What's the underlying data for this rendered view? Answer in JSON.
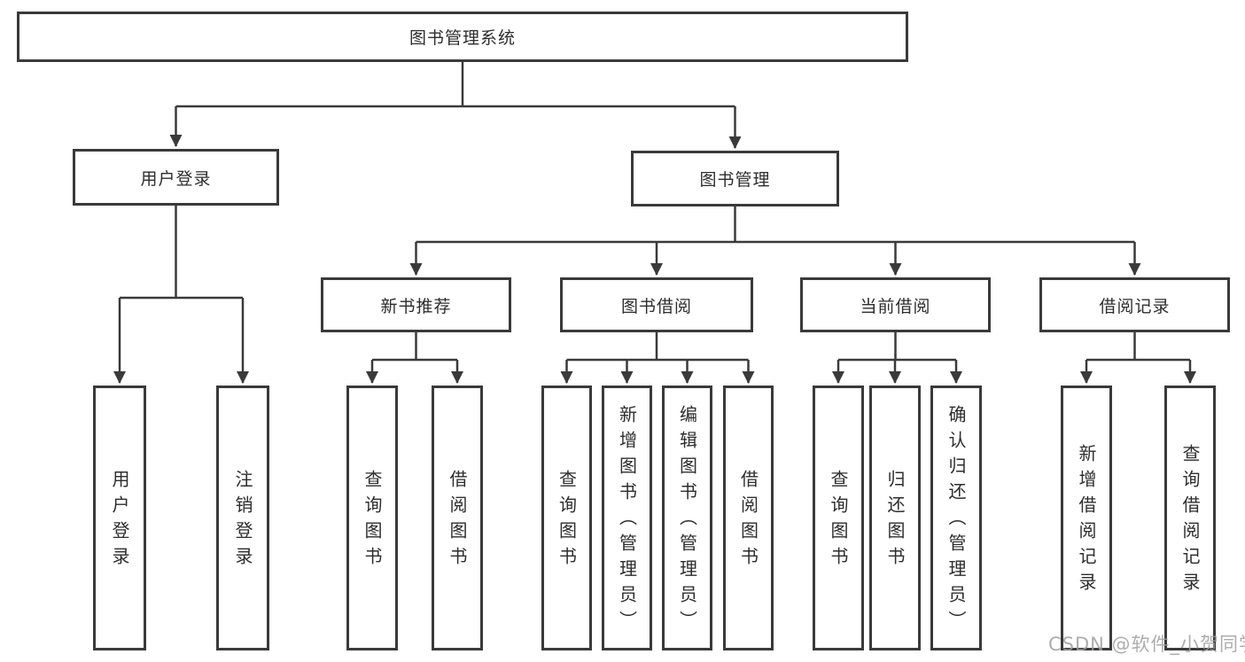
{
  "diagram_title": "图书管理系统",
  "colors": {
    "line": "#3a3a3a",
    "box_border": "#3a3a3a",
    "text": "#2d2d2d",
    "watermark": "#9e9e9e",
    "background": "#ffffff"
  },
  "nodes": {
    "root": {
      "label": "图书管理系统"
    },
    "level2": [
      {
        "label": "用户登录"
      },
      {
        "label": "图书管理"
      }
    ],
    "level3": [
      {
        "label": "新书推荐"
      },
      {
        "label": "图书借阅"
      },
      {
        "label": "当前借阅"
      },
      {
        "label": "借阅记录"
      }
    ],
    "leaves": {
      "user_login": [
        {
          "label": "用户登录"
        },
        {
          "label": "注销登录"
        }
      ],
      "new_books": [
        {
          "label": "查询图书"
        },
        {
          "label": "借阅图书"
        }
      ],
      "book_borrow": [
        {
          "label": "查询图书"
        },
        {
          "label": "新增图书（管理员）"
        },
        {
          "label": "编辑图书（管理员）"
        },
        {
          "label": "借阅图书"
        }
      ],
      "current_borrow": [
        {
          "label": "查询图书"
        },
        {
          "label": "归还图书"
        },
        {
          "label": "确认归还（管理员）"
        }
      ],
      "borrow_records": [
        {
          "label": "新增借阅记录"
        },
        {
          "label": "查询借阅记录"
        }
      ]
    }
  },
  "watermark": "CSDN @软件_小贺同学"
}
